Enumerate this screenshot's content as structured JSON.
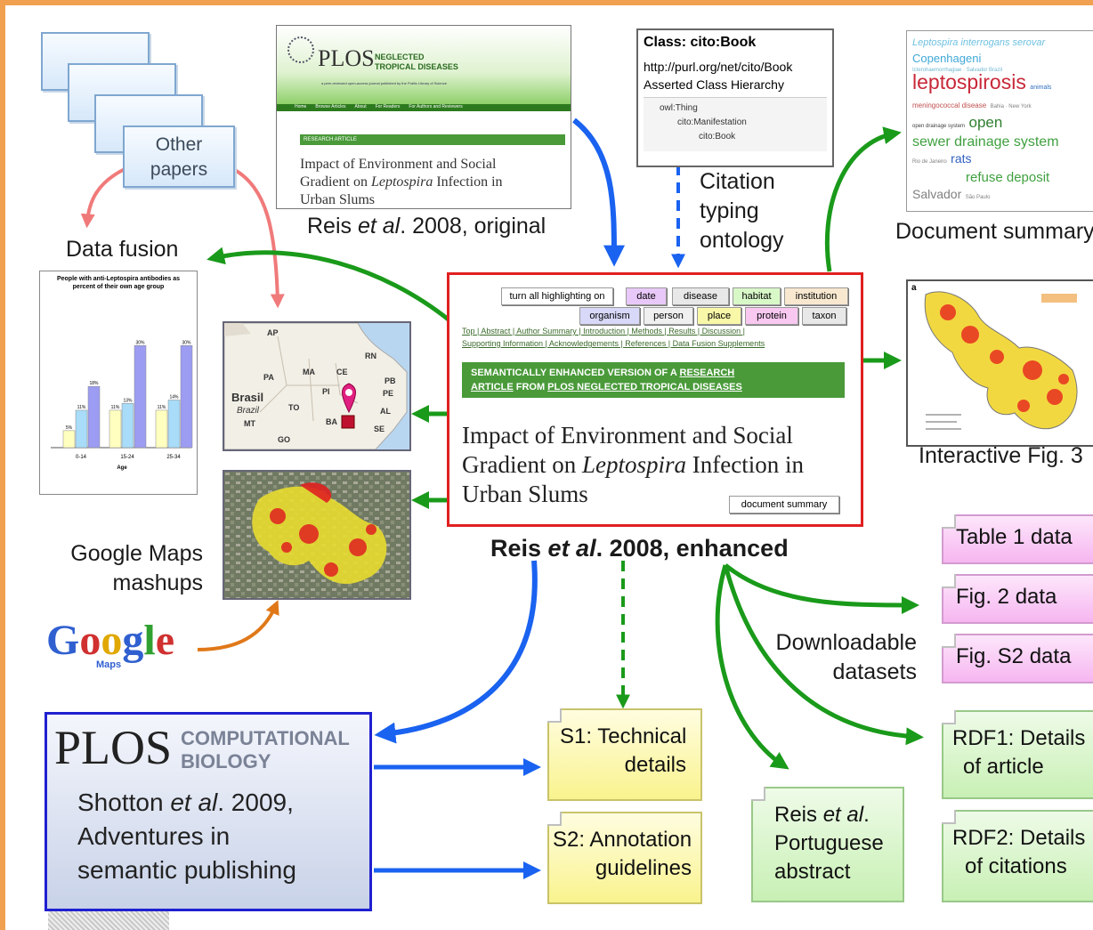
{
  "colors": {
    "frame_orange": "#f0a050",
    "arrow_blue": "#1a62f0",
    "arrow_green": "#1a9a1a",
    "arrow_pink": "#f07a7a",
    "arrow_orange": "#e07818",
    "enhanced_border": "#e02020",
    "plos_comp_border": "#2020d0",
    "note_yellow": "#f9f38e",
    "note_pink": "#f6b6f0",
    "note_green": "#c8f0b4"
  },
  "other_papers": {
    "line1": "Other",
    "line2": "papers"
  },
  "data_fusion": "Data fusion",
  "bar_chart": {
    "title": "People with anti-Leptospira antibodies as percent of their own age group",
    "xlabel": "Age",
    "categories": [
      "0-14",
      "15-24",
      "25-34"
    ],
    "colors": [
      "#ffffc0",
      "#a8dcf8",
      "#9c9cf2"
    ],
    "values": [
      [
        5,
        11,
        18
      ],
      [
        11,
        13,
        30
      ],
      [
        11,
        14,
        30
      ]
    ],
    "labels": [
      [
        "5%",
        "11%",
        "18%"
      ],
      [
        "11%",
        "13%",
        "30%"
      ],
      [
        "11%",
        "14%",
        "30%"
      ]
    ],
    "ymax": 34
  },
  "original_paper": {
    "plos_logo": "PLOS",
    "journal_line1": "NEGLECTED",
    "journal_line2": "TROPICAL DISEASES",
    "tagline": "a peer-reviewed open-access journal published by the Public Library of Science",
    "nav": [
      "Home",
      "Browse Articles",
      "About",
      "For Readers",
      "For Authors and Reviewers"
    ],
    "section": "RESEARCH ARTICLE",
    "title_line1": "Impact of Environment and Social",
    "title_line2_pre": "Gradient on ",
    "title_line2_italic": "Leptospira",
    "title_line2_post": " Infection in",
    "title_line3": "Urban Slums",
    "caption_pre": "Reis ",
    "caption_italic": "et al",
    "caption_post": ". 2008, original"
  },
  "cito": {
    "class_title": "Class: cito:Book",
    "url": "http://purl.org/net/cito/Book",
    "hierarchy_title": "Asserted Class Hierarchy",
    "tree": [
      "owl:Thing",
      "cito:Manifestation",
      "cito:Book"
    ],
    "caption_line1": "Citation",
    "caption_line2": "typing",
    "caption_line3": "ontology"
  },
  "document_summary": {
    "caption": "Document summary",
    "words": [
      {
        "text": "Leptospira interrogans serovar",
        "color": "#6ec0e0"
      },
      {
        "text": "Copenhageni",
        "color": "#40a8d8"
      },
      {
        "text": "Icterohaemorrhagiae · Salvador Brazil",
        "color": "#70b8d0"
      },
      {
        "text": "leptospirosis",
        "color": "#c82838"
      },
      {
        "text": "animals",
        "color": "#3070c0"
      },
      {
        "text": "meningococcal disease",
        "color": "#c05050"
      },
      {
        "text": "Bahia · New York",
        "color": "#808080"
      },
      {
        "text": "open drainage system",
        "color": "#404040"
      },
      {
        "text": "open",
        "color": "#308030"
      },
      {
        "text": "sewer drainage system",
        "color": "#40a040"
      },
      {
        "text": "Rio de Janeiro",
        "color": "#808080"
      },
      {
        "text": "rats",
        "color": "#3060c0"
      },
      {
        "text": "refuse deposit",
        "color": "#40a040"
      },
      {
        "text": "Salvador",
        "color": "#808080"
      },
      {
        "text": "São Paulo",
        "color": "#808080"
      }
    ]
  },
  "enhanced": {
    "tags": [
      {
        "label": "turn all highlighting on",
        "color": "#ffffff"
      },
      {
        "label": "date",
        "color": "#e8c8f8"
      },
      {
        "label": "disease",
        "color": "#e8e8e8"
      },
      {
        "label": "habitat",
        "color": "#d8f8c8"
      },
      {
        "label": "institution",
        "color": "#f8e8d0"
      },
      {
        "label": "organism",
        "color": "#d8d8f8"
      },
      {
        "label": "person",
        "color": "#f0f0f0"
      },
      {
        "label": "place",
        "color": "#f8f8a8"
      },
      {
        "label": "protein",
        "color": "#f8c8f0"
      },
      {
        "label": "taxon",
        "color": "#e8e8e8"
      }
    ],
    "links1": "Top | Abstract | Author Summary | Introduction | Methods | Results | Discussion |",
    "links2": "Supporting Information | Acknowledgements | References | Data Fusion Supplements",
    "banner_line1_pre": "SEMANTICALLY ENHANCED VERSION OF A ",
    "banner_line1_link": "RESEARCH",
    "banner_line2_pre": "ARTICLE",
    "banner_line2_mid": " FROM ",
    "banner_line2_link": "PLOS NEGLECTED TROPICAL DISEASES",
    "title_line1": "Impact of Environment and Social",
    "title_line2_pre": "Gradient on ",
    "title_line2_italic": "Leptospira",
    "title_line2_post": " Infection in",
    "title_line3": "Urban Slums",
    "summary_button": "document summary",
    "caption_pre": "Reis ",
    "caption_italic": "et al",
    "caption_post": ". 2008, enhanced"
  },
  "map": {
    "states": [
      "AP",
      "PA",
      "MA",
      "CE",
      "RN",
      "PB",
      "PE",
      "AL",
      "SE",
      "PI",
      "TO",
      "BA",
      "GO",
      "MT"
    ],
    "country": "Brasil",
    "country_sub": "Brazil"
  },
  "interactive_fig": {
    "panel": "a",
    "caption": "Interactive Fig. 3"
  },
  "google": {
    "logo": "Google",
    "sub": "Maps",
    "caption_line1": "Google Maps",
    "caption_line2": "mashups",
    "letter_colors": [
      "#3060d0",
      "#d03030",
      "#e0a800",
      "#3060d0",
      "#30a030",
      "#d03030"
    ]
  },
  "plos_comp": {
    "logo": "PLOS",
    "journal_line1": "COMPUTATIONAL",
    "journal_line2": "BIOLOGY",
    "line1_pre": "Shotton ",
    "line1_italic": "et al",
    "line1_post": ".  2009,",
    "line2": "Adventures in",
    "line3": "semantic publishing"
  },
  "s1": {
    "line1": "S1: Technical",
    "line2": "details"
  },
  "s2": {
    "line1": "S2: Annotation",
    "line2": "guidelines"
  },
  "portuguese": {
    "line1_pre": "Reis ",
    "line1_italic": "et al",
    "line1_post": ".",
    "line2": "Portuguese",
    "line3": "abstract"
  },
  "datasets": {
    "caption_line1": "Downloadable",
    "caption_line2": "datasets",
    "items": [
      "Table 1 data",
      "Fig. 2 data",
      "Fig. S2 data"
    ]
  },
  "rdf1": {
    "line1": "RDF1: Details",
    "line2": "of article"
  },
  "rdf2": {
    "line1": "RDF2: Details",
    "line2": "of citations"
  }
}
